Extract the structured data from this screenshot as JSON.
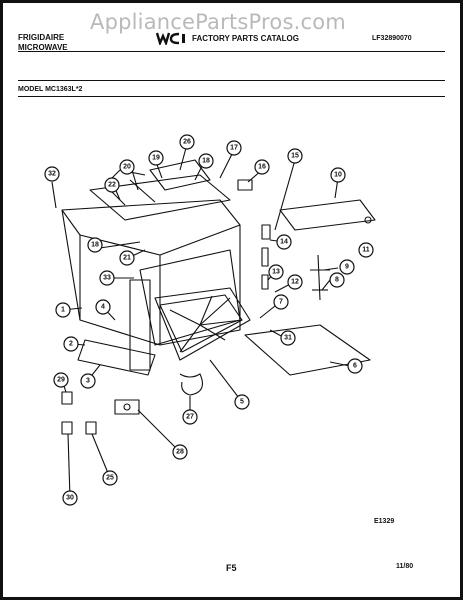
{
  "watermark": "AppliancePartsPros.com",
  "header": {
    "brand_line1": "FRIGIDAIRE",
    "brand_line2": "MICROWAVE",
    "logo": "wci-logo",
    "catalog_title": "FACTORY PARTS CATALOG",
    "publication_number": "LF32890070"
  },
  "model_line": "MODEL MC1363L*2",
  "callouts": [
    "32",
    "22",
    "20",
    "19",
    "26",
    "18",
    "17",
    "16",
    "15",
    "10",
    "18",
    "21",
    "33",
    "14",
    "13",
    "12",
    "11",
    "9",
    "8",
    "7",
    "31",
    "1",
    "4",
    "2",
    "3",
    "6",
    "5",
    "29",
    "27",
    "28",
    "30",
    "25"
  ],
  "footer": {
    "diagram_code": "E1329",
    "page": "F5",
    "date": "11/80"
  },
  "colors": {
    "ink": "#111111",
    "watermark": "#b9b9b9",
    "paper": "#ffffff"
  }
}
